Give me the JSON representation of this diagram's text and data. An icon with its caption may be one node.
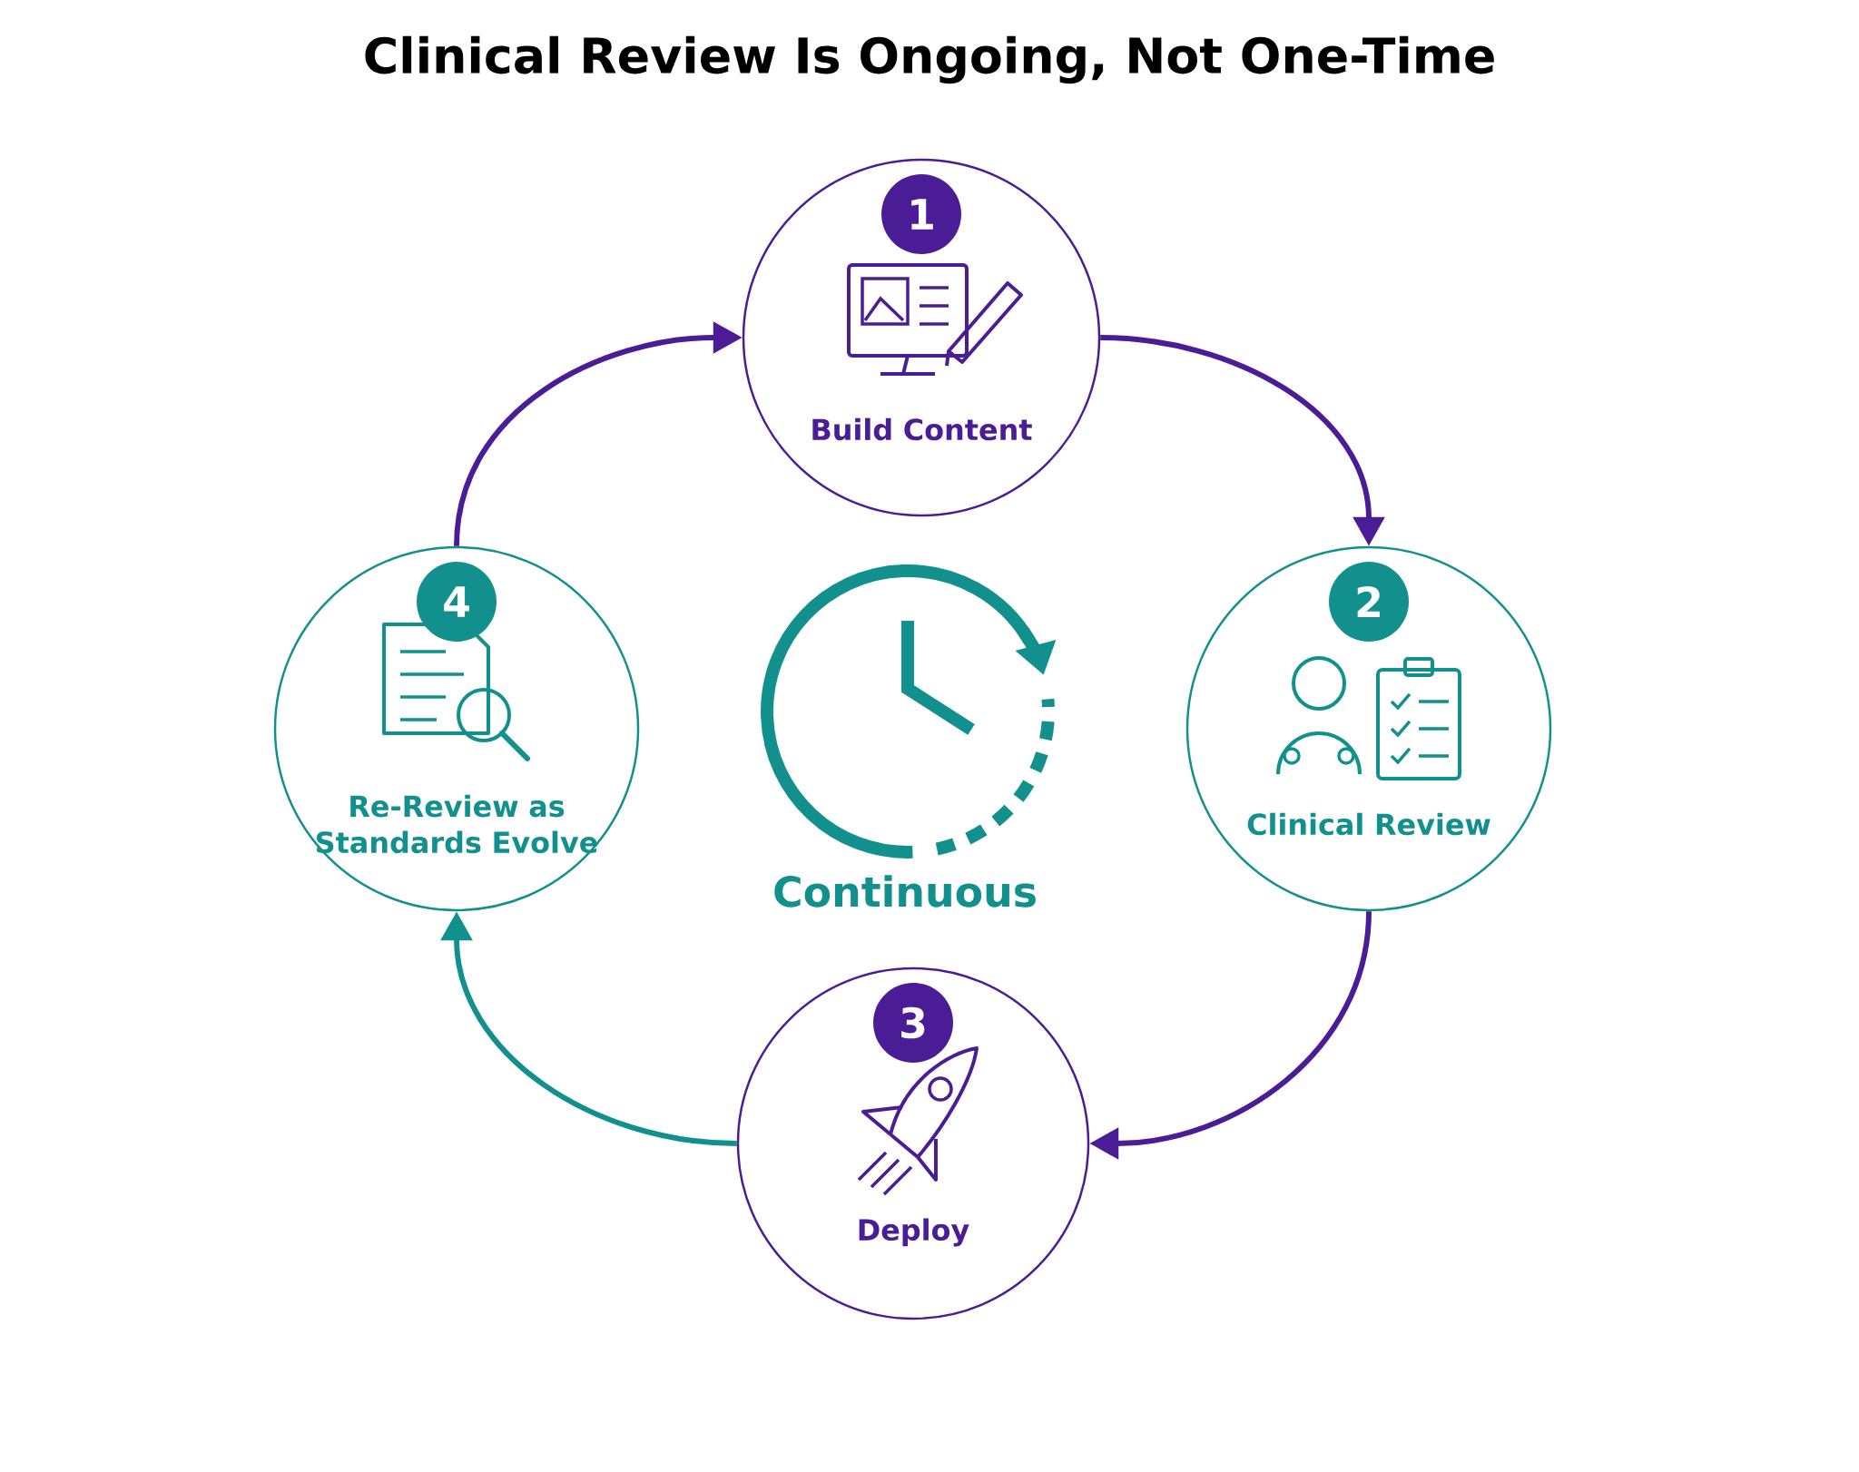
{
  "diagram": {
    "title": "Clinical Review Is Ongoing, Not One-Time",
    "nodes": [
      {
        "text": [
          "1",
          "Build Content"
        ]
      },
      {
        "text": [
          "2",
          "Clinical Review"
        ]
      },
      {
        "text": [
          "3",
          "Deploy"
        ]
      },
      {
        "text": [
          "4",
          "Re-Review as Standards Evolve"
        ]
      }
    ],
    "edges": [
      {
        "from": 0,
        "to": 1,
        "arrow": "to",
        "color": "#4a1d96"
      },
      {
        "from": 1,
        "to": 2,
        "arrow": "to",
        "color": "#4a1d96"
      },
      {
        "from": 2,
        "to": 3,
        "arrow": "to",
        "color": "#12908e"
      },
      {
        "from": 3,
        "to": 0,
        "arrow": "to",
        "color": "#4a1d96"
      }
    ],
    "labels": [
      "Continuous"
    ]
  }
}
